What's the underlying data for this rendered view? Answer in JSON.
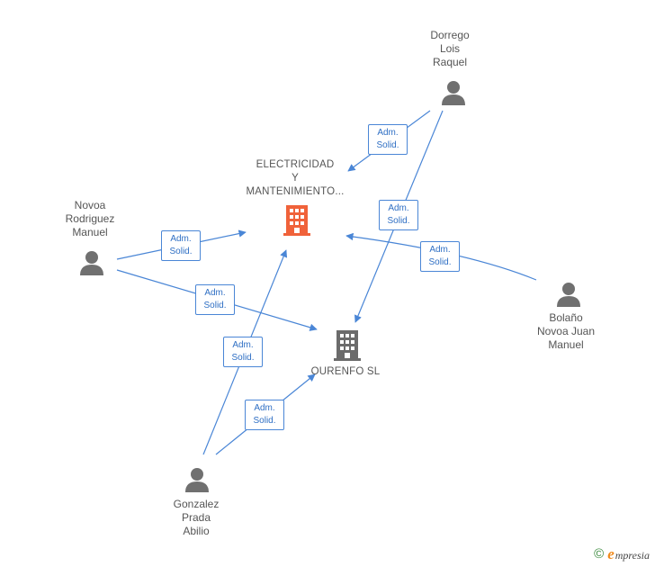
{
  "nodes": {
    "company_main": {
      "label": "ELECTRICIDAD\nY\nMANTENIMIENTO...",
      "color": "#f0623a",
      "icon": "building-icon"
    },
    "company_ourenfo": {
      "label": "OURENFO SL",
      "color": "#6b6b6b",
      "icon": "building-icon"
    },
    "person_dorrego": {
      "label": "Dorrego\nLois\nRaquel",
      "icon": "person-icon"
    },
    "person_novoa": {
      "label": "Novoa\nRodriguez\nManuel",
      "icon": "person-icon"
    },
    "person_bolano": {
      "label": "Bolaño\nNovoa Juan\nManuel",
      "icon": "person-icon"
    },
    "person_gonzalez": {
      "label": "Gonzalez\nPrada\nAbilio",
      "icon": "person-icon"
    }
  },
  "relation": {
    "line1": "Adm.",
    "line2": "Solid."
  },
  "edges": [
    {
      "from": "person_dorrego",
      "to": "company_main"
    },
    {
      "from": "person_dorrego",
      "to": "company_ourenfo"
    },
    {
      "from": "person_novoa",
      "to": "company_main"
    },
    {
      "from": "person_novoa",
      "to": "company_ourenfo"
    },
    {
      "from": "person_bolano",
      "to": "company_main"
    },
    {
      "from": "person_gonzalez",
      "to": "company_main"
    },
    {
      "from": "person_gonzalez",
      "to": "company_ourenfo"
    }
  ],
  "colors": {
    "edge": "#4a86d6",
    "person": "#707070"
  },
  "footer": {
    "copyright": "©",
    "brand_initial": "e",
    "brand_rest": "mpresia"
  }
}
